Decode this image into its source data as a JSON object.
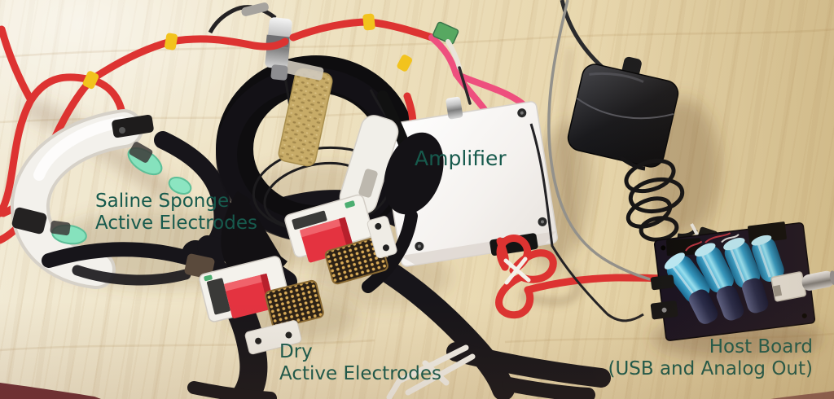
{
  "annotations": {
    "saline": {
      "line1": "Saline Sponge",
      "line2": "Active Electrodes"
    },
    "amplifier": {
      "label": "Amplifier"
    },
    "dry": {
      "line1": "Dry",
      "line2": "Active Electrodes"
    },
    "host": {
      "line1": "Host Board",
      "line2": "(USB and Analog Out)"
    }
  },
  "colors": {
    "annotation_text": "#175a4d",
    "table_wood": "#ecdfbd",
    "ribbon_red": "#dd3331",
    "ribbon_pink": "#ee4f7e",
    "cable_tie_yellow": "#f2c31d",
    "sponge_mint_green": "#86e2bd",
    "amplifier_enclosure_white": "#f7f4f1",
    "electrode_clip_red": "#e43340",
    "capacitor_blue": "#4fc0e8",
    "capacitor_navy": "#23284a",
    "adapter_black": "#1a1a1c",
    "cork_tan": "#c7ab67"
  }
}
